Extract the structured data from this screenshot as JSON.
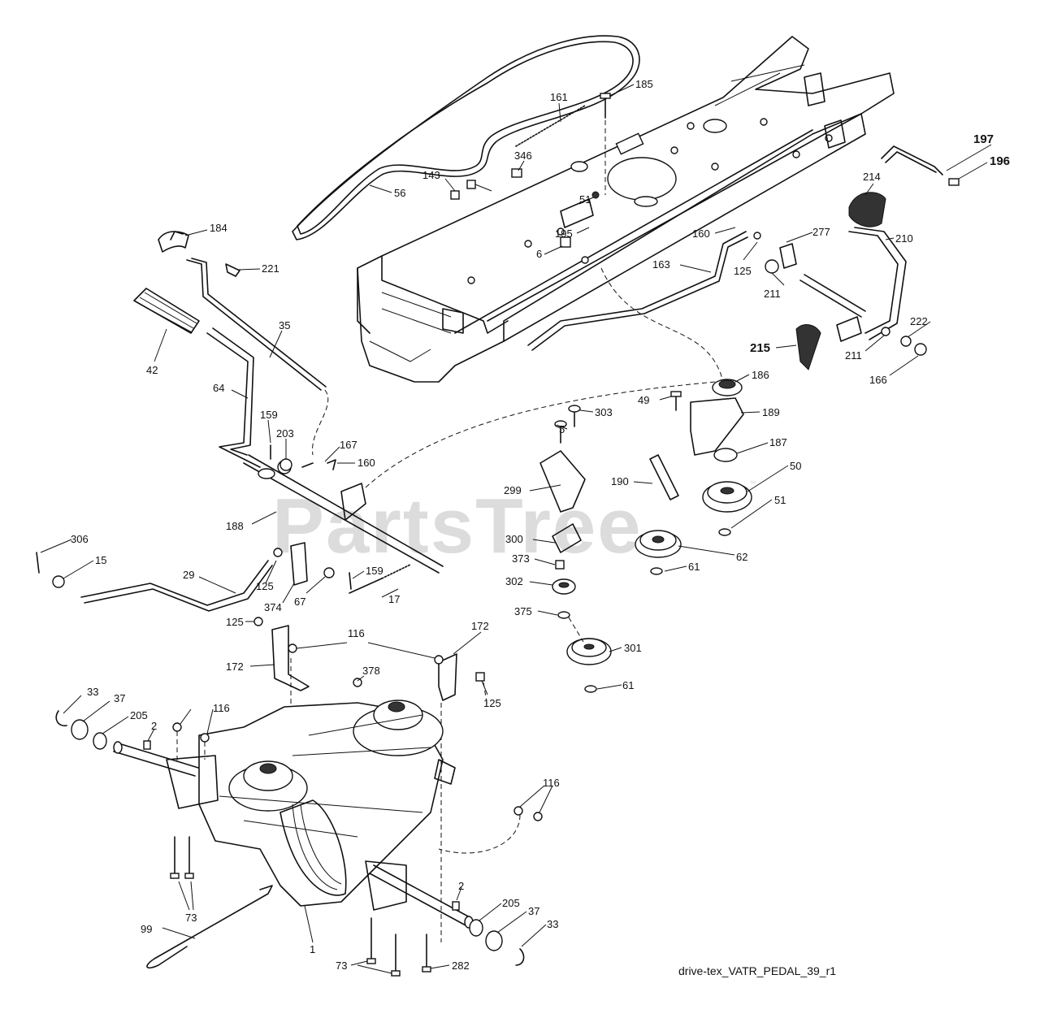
{
  "watermark": {
    "text": "PartsTree",
    "mark": "™"
  },
  "caption": "drive-tex_VATR_PEDAL_39_r1",
  "callouts": [
    "185",
    "161",
    "346",
    "143",
    "56",
    "51",
    "195",
    "6",
    "184",
    "221",
    "35",
    "42",
    "64",
    "159",
    "203",
    "167",
    "160",
    "188",
    "306",
    "15",
    "29",
    "125",
    "374",
    "67",
    "159",
    "17",
    "197",
    "196",
    "214",
    "160",
    "277",
    "210",
    "163",
    "125",
    "211",
    "222",
    "211",
    "166",
    "215",
    "186",
    "49",
    "189",
    "303",
    "5",
    "187",
    "190",
    "50",
    "299",
    "51",
    "300",
    "62",
    "373",
    "61",
    "302",
    "375",
    "301",
    "61",
    "125",
    "116",
    "172",
    "172",
    "378",
    "125",
    "33",
    "37",
    "205",
    "2",
    "116",
    "116",
    "73",
    "99",
    "1",
    "2",
    "205",
    "37",
    "33",
    "73",
    "282"
  ]
}
